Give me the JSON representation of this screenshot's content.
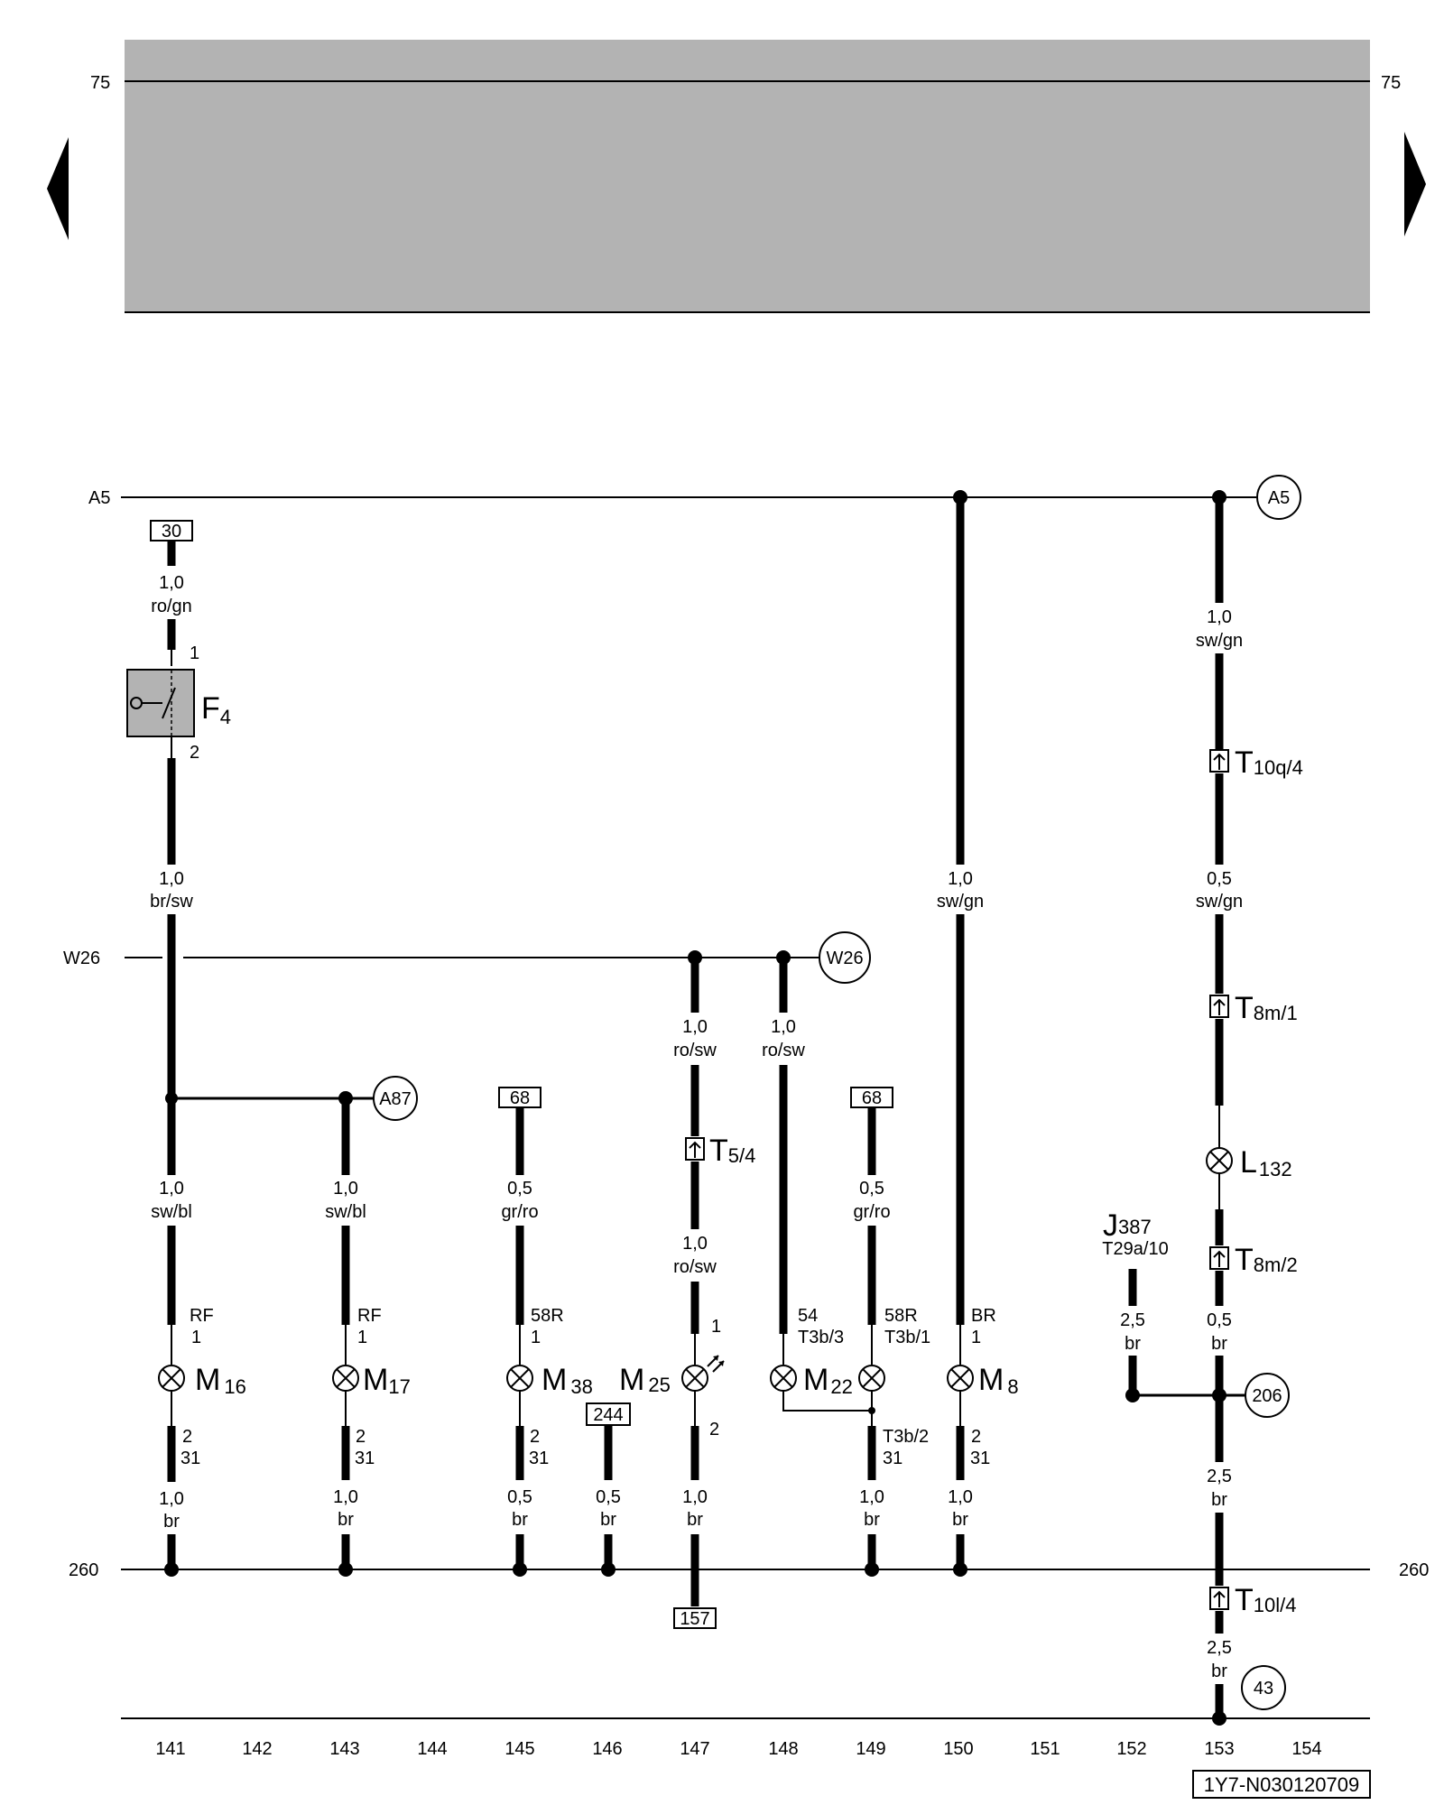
{
  "header": {
    "page_marker_left": "75",
    "page_marker_right": "75",
    "band_color": "#b3b3b3",
    "nav_prev": "triangle-left-icon",
    "nav_next": "triangle-right-icon"
  },
  "buses": {
    "a5_left": "A5",
    "a5_ref": "A5",
    "w26_left": "W26",
    "w26_ref": "W26",
    "ground_left": "260",
    "ground_right": "260"
  },
  "columns": [
    "141",
    "142",
    "143",
    "144",
    "145",
    "146",
    "147",
    "148",
    "149",
    "150",
    "151",
    "152",
    "153",
    "154"
  ],
  "boxes": {
    "b30": "30",
    "b68a": "68",
    "b68b": "68",
    "b244": "244",
    "b157": "157"
  },
  "circles": {
    "a87": "A87",
    "c206": "206",
    "c43": "43"
  },
  "wires": {
    "w141a": {
      "size": "1,0",
      "color": "ro/gn"
    },
    "w141b": {
      "size": "1,0",
      "color": "br/sw"
    },
    "w141c": {
      "size": "1,0",
      "color": "sw/bl"
    },
    "w141d": {
      "size": "1,0",
      "color": "br"
    },
    "w143a": {
      "size": "1,0",
      "color": "sw/bl"
    },
    "w143b": {
      "size": "1,0",
      "color": "br"
    },
    "w145a": {
      "size": "0,5",
      "color": "gr/ro"
    },
    "w145b": {
      "size": "0,5",
      "color": "br"
    },
    "w146": {
      "size": "0,5",
      "color": "br"
    },
    "w147a": {
      "size": "1,0",
      "color": "ro/sw"
    },
    "w147b": {
      "size": "1,0",
      "color": "ro/sw"
    },
    "w147c": {
      "size": "1,0",
      "color": "br"
    },
    "w148": {
      "size": "1,0",
      "color": "ro/sw"
    },
    "w149a": {
      "size": "0,5",
      "color": "gr/ro"
    },
    "w149b": {
      "size": "1,0",
      "color": "br"
    },
    "w150a": {
      "size": "1,0",
      "color": "sw/gn"
    },
    "w150b": {
      "size": "1,0",
      "color": "br"
    },
    "w152": {
      "size": "2,5",
      "color": "br"
    },
    "w153a": {
      "size": "1,0",
      "color": "sw/gn"
    },
    "w153b": {
      "size": "0,5",
      "color": "sw/gn"
    },
    "w153c": {
      "size": "0,5",
      "color": "br"
    },
    "w153d": {
      "size": "2,5",
      "color": "br"
    },
    "w153e": {
      "size": "2,5",
      "color": "br"
    }
  },
  "components": {
    "f4": {
      "letter": "F",
      "sub": "4",
      "pin_top": "1",
      "pin_bottom": "2"
    },
    "m16": {
      "letter": "M",
      "sub": "16",
      "pin_top_a": "RF",
      "pin_top_b": "1",
      "pin_bot_a": "2",
      "pin_bot_b": "31"
    },
    "m17": {
      "letter": "M",
      "sub": "17",
      "pin_top_a": "RF",
      "pin_top_b": "1",
      "pin_bot_a": "2",
      "pin_bot_b": "31"
    },
    "m38": {
      "letter": "M",
      "sub": "38",
      "pin_top_a": "58R",
      "pin_top_b": "1",
      "pin_bot_a": "2",
      "pin_bot_b": "31"
    },
    "m25": {
      "letter": "M",
      "sub": "25",
      "pin_top": "1",
      "pin_bot": "2"
    },
    "m22": {
      "letter": "M",
      "sub": "22",
      "pin_l_a": "54",
      "pin_l_b": "T3b/3",
      "pin_r_a": "58R",
      "pin_r_b": "T3b/1",
      "pin_bot_a": "T3b/2",
      "pin_bot_b": "31"
    },
    "m8": {
      "letter": "M",
      "sub": "8",
      "pin_top_a": "BR",
      "pin_top_b": "1",
      "pin_bot_a": "2",
      "pin_bot_b": "31"
    },
    "l132": {
      "letter": "L",
      "sub": "132"
    },
    "j387": {
      "letter": "J",
      "sub": "387",
      "pin": "T29a/10"
    }
  },
  "connectors": {
    "t54": {
      "letter": "T",
      "sub": "5/4"
    },
    "t10q4": {
      "letter": "T",
      "sub": "10q/4"
    },
    "t8m1": {
      "letter": "T",
      "sub": "8m/1"
    },
    "t8m2": {
      "letter": "T",
      "sub": "8m/2"
    },
    "t10l4": {
      "letter": "T",
      "sub": "10l/4"
    }
  },
  "footer": {
    "doc_id": "1Y7-N030120709"
  }
}
